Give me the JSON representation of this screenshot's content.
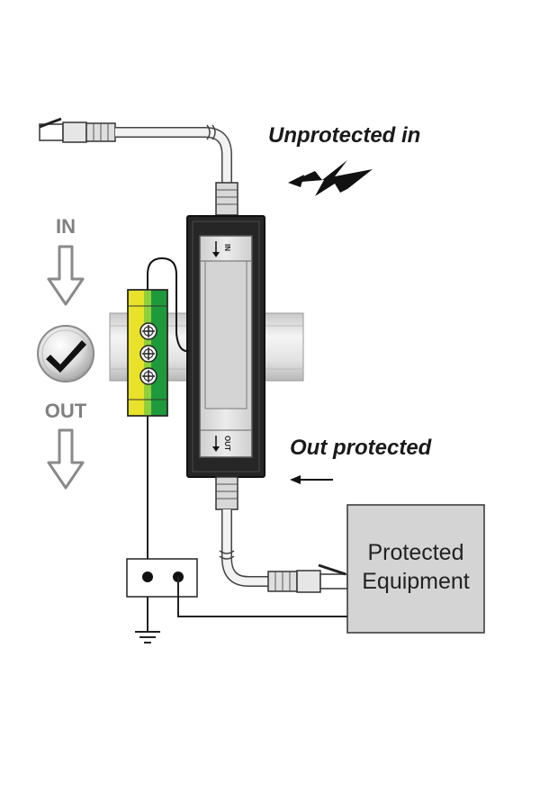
{
  "labels": {
    "unprotected_in": "Unprotected in",
    "out_protected": "Out protected",
    "in": "IN",
    "out": "OUT",
    "equipment_line1": "Protected",
    "equipment_line2": "Equipment",
    "device_in_tag": "IN",
    "device_out_tag": "OUT"
  },
  "icons": {
    "surge": "lightning-bolt-icon",
    "status": "checkmark-badge-icon",
    "ground": "ground-icon"
  },
  "colors": {
    "terminal_yellow": "#e8e22a",
    "terminal_green": "#1e9a3c",
    "device_body": "#2a2a2a",
    "device_panel": "#d9d9d9",
    "rail": "#e6e6e6",
    "equipment_box": "#d4d4d4",
    "flow_arrow": "#8a8a8a"
  }
}
